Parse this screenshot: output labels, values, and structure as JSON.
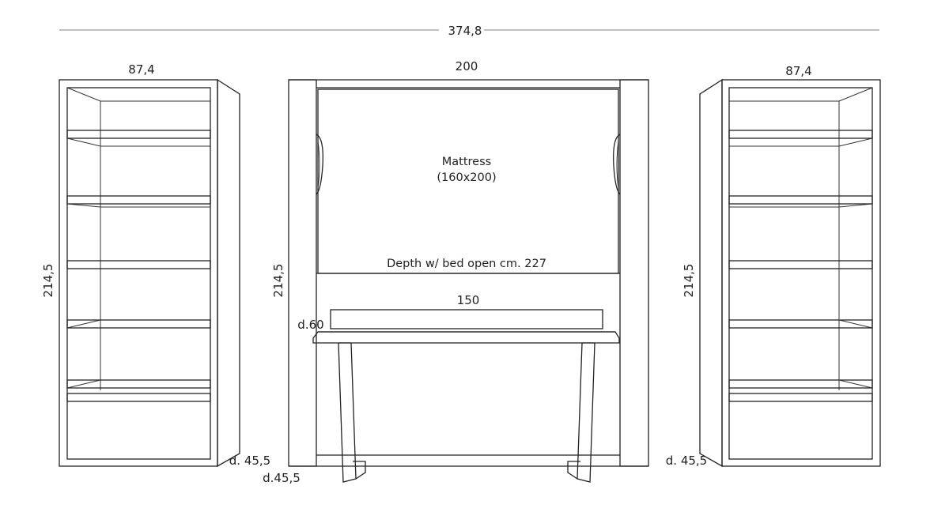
{
  "overall_width": "374,8",
  "left_bookcase": {
    "width": "87,4",
    "height": "214,5",
    "depth": "d. 45,5"
  },
  "center_unit": {
    "width": "200",
    "height": "214,5",
    "depth": "d.45,5",
    "mattress_label": "Mattress",
    "mattress_size": "(160x200)",
    "open_depth": "Depth w/ bed open cm. 227",
    "desk_width": "150",
    "desk_depth": "d.60"
  },
  "right_bookcase": {
    "width": "87,4",
    "height": "214,5",
    "depth": "d. 45,5"
  }
}
